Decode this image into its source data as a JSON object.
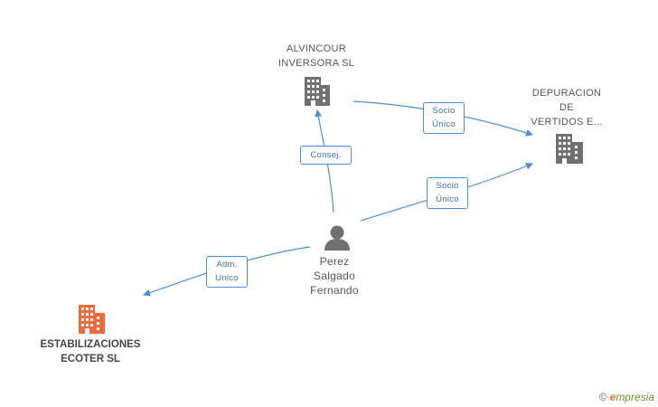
{
  "nodes": {
    "alvincour": {
      "lines": [
        "ALVINCOUR",
        "INVERSORA SL"
      ]
    },
    "depuracion": {
      "lines": [
        "DEPURACION",
        "DE",
        "VERTIDOS E..."
      ]
    },
    "perez": {
      "lines": [
        "Perez",
        "Salgado",
        "Fernando"
      ]
    },
    "estabilizaciones": {
      "lines": [
        "ESTABILIZACIONES",
        "ECOTER SL"
      ]
    }
  },
  "relations": {
    "consej": {
      "lines": [
        "Consej."
      ]
    },
    "socio_unico_top": {
      "lines": [
        "Socio",
        "Único"
      ]
    },
    "socio_unico_mid": {
      "lines": [
        "Socio",
        "Único"
      ]
    },
    "adm_unico": {
      "lines": [
        "Adm.",
        "Unico"
      ]
    }
  },
  "footer": {
    "copyright_symbol": "©",
    "brand_initial": "e",
    "brand_rest": "mpresia"
  },
  "colors": {
    "edge": "#4a8fd9",
    "company_icon": "#707070",
    "focus_company_icon": "#f06a3a",
    "person_icon": "#707070"
  }
}
